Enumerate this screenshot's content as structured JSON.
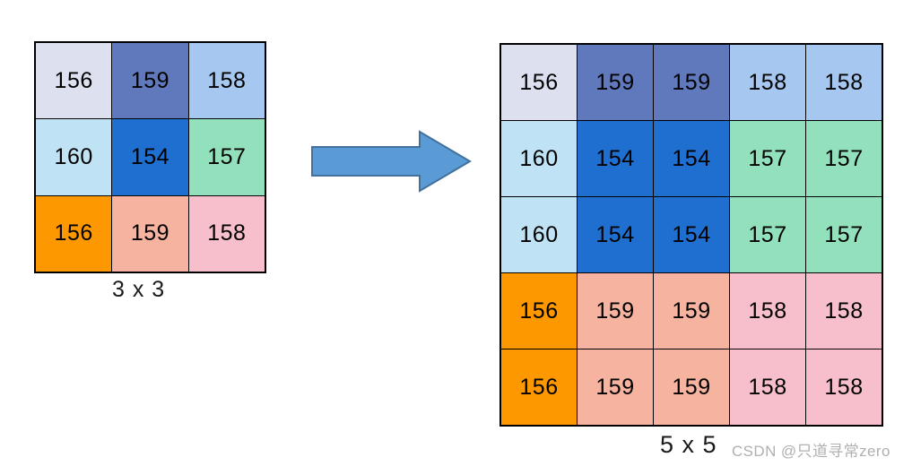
{
  "chart_data": {
    "type": "heatmap",
    "title": "",
    "description": "Nearest-neighbour upsampling of a 3 x 3 pixel block to 5 x 5",
    "grids": [
      {
        "name": "source-grid",
        "label": "3 x 3",
        "rows": 3,
        "cols": 3,
        "cells": [
          [
            {
              "value": "156",
              "color": "#dde0ef"
            },
            {
              "value": "159",
              "color": "#6079bd"
            },
            {
              "value": "158",
              "color": "#a6c7ef"
            }
          ],
          [
            {
              "value": "160",
              "color": "#bfe2f4"
            },
            {
              "value": "154",
              "color": "#1f6fd0"
            },
            {
              "value": "157",
              "color": "#93e0bd"
            }
          ],
          [
            {
              "value": "156",
              "color": "#fd9800"
            },
            {
              "value": "159",
              "color": "#f6b3a0"
            },
            {
              "value": "158",
              "color": "#f7bfcb"
            }
          ]
        ]
      },
      {
        "name": "result-grid",
        "label": "5 x 5",
        "rows": 5,
        "cols": 5,
        "cells": [
          [
            {
              "value": "156",
              "color": "#dde0ef"
            },
            {
              "value": "159",
              "color": "#6079bd"
            },
            {
              "value": "159",
              "color": "#6079bd"
            },
            {
              "value": "158",
              "color": "#a6c7ef"
            },
            {
              "value": "158",
              "color": "#a6c7ef"
            }
          ],
          [
            {
              "value": "160",
              "color": "#bfe2f4"
            },
            {
              "value": "154",
              "color": "#1f6fd0"
            },
            {
              "value": "154",
              "color": "#1f6fd0"
            },
            {
              "value": "157",
              "color": "#93e0bd"
            },
            {
              "value": "157",
              "color": "#93e0bd"
            }
          ],
          [
            {
              "value": "160",
              "color": "#bfe2f4"
            },
            {
              "value": "154",
              "color": "#1f6fd0"
            },
            {
              "value": "154",
              "color": "#1f6fd0"
            },
            {
              "value": "157",
              "color": "#93e0bd"
            },
            {
              "value": "157",
              "color": "#93e0bd"
            }
          ],
          [
            {
              "value": "156",
              "color": "#fd9800"
            },
            {
              "value": "159",
              "color": "#f6b3a0"
            },
            {
              "value": "159",
              "color": "#f6b3a0"
            },
            {
              "value": "158",
              "color": "#f7bfcb"
            },
            {
              "value": "158",
              "color": "#f7bfcb"
            }
          ],
          [
            {
              "value": "156",
              "color": "#fd9800"
            },
            {
              "value": "159",
              "color": "#f6b3a0"
            },
            {
              "value": "159",
              "color": "#f6b3a0"
            },
            {
              "value": "158",
              "color": "#f7bfcb"
            },
            {
              "value": "158",
              "color": "#f7bfcb"
            }
          ]
        ]
      }
    ],
    "arrow": {
      "name": "right-arrow-icon",
      "direction": "right",
      "fill": "#5b9bd5",
      "stroke": "#41719c"
    },
    "gridline_color": "#000000",
    "background": "#ffffff"
  },
  "captions": {
    "source": "3 x 3",
    "result": "5 x 5"
  },
  "watermark": {
    "text": "CSDN @只道寻常zero",
    "color": "#b0b0b0"
  }
}
